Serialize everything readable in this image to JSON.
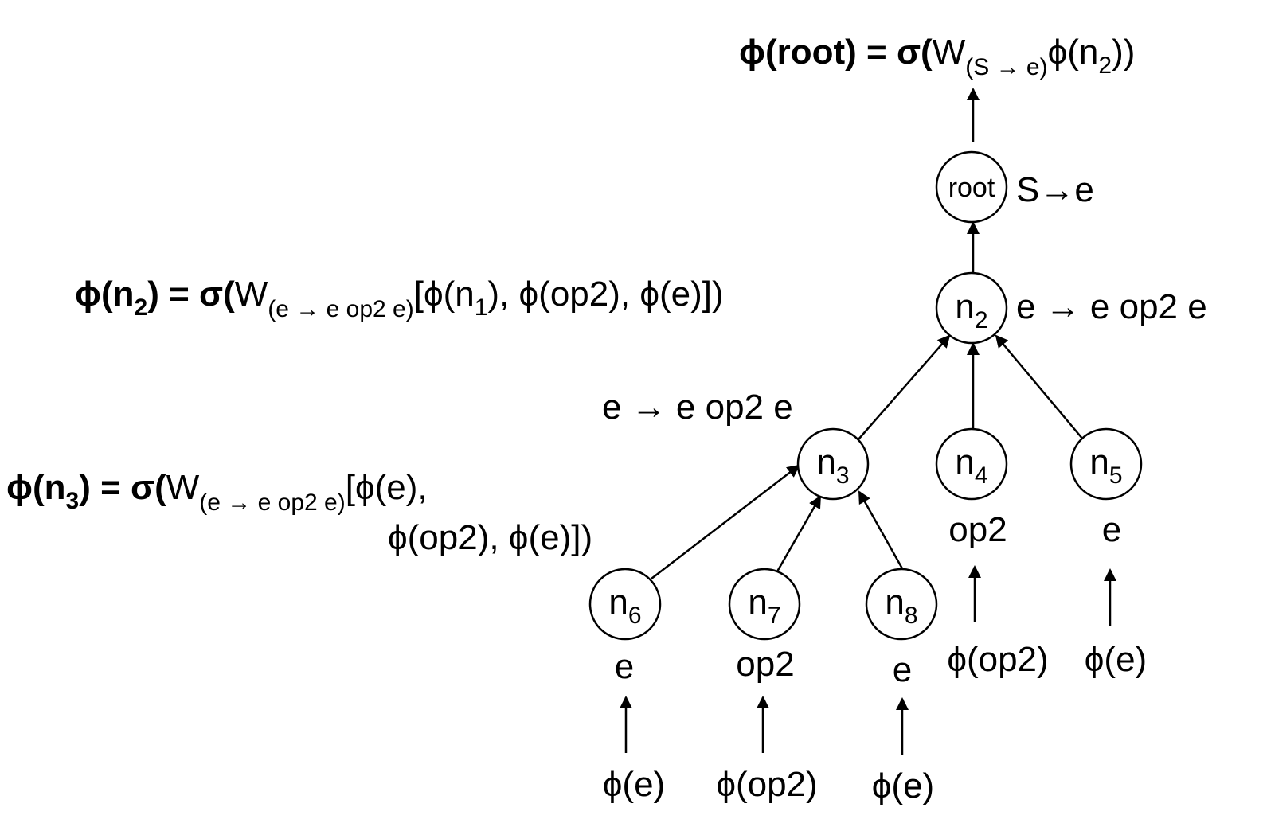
{
  "nodes": {
    "root": "root",
    "n2": {
      "base": "n",
      "sub": "2"
    },
    "n3": {
      "base": "n",
      "sub": "3"
    },
    "n4": {
      "base": "n",
      "sub": "4"
    },
    "n5": {
      "base": "n",
      "sub": "5"
    },
    "n6": {
      "base": "n",
      "sub": "6"
    },
    "n7": {
      "base": "n",
      "sub": "7"
    },
    "n8": {
      "base": "n",
      "sub": "8"
    }
  },
  "rules": {
    "root": "S→e",
    "n2": "e → e op2 e",
    "n3": "e → e op2 e"
  },
  "leaf_labels": {
    "n4": "op2",
    "n5": "e",
    "n6": "e",
    "n7": "op2",
    "n8": "e"
  },
  "leaf_inputs": {
    "n4": "ϕ(op2)",
    "n5": "ϕ(e)",
    "n6": "ϕ(e)",
    "n7": "ϕ(op2)",
    "n8": "ϕ(e)"
  },
  "equations": {
    "root": {
      "lhs": "ϕ(root) = σ(",
      "w": "W",
      "w_sub": "(S → e)",
      "rest": "ϕ(n",
      "rest_sub": "2",
      "close": "))"
    },
    "n2": {
      "lhs_a": "ϕ(n",
      "lhs_sub": "2",
      "lhs_b": ") = σ(",
      "w": "W",
      "w_sub": "(e → e op2 e)",
      "rest_a": "[ϕ(n",
      "rest_sub": "1",
      "rest_b": "), ϕ(op2), ϕ(e)])"
    },
    "n3": {
      "lhs_a": "ϕ(n",
      "lhs_sub": "3",
      "lhs_b": ") = σ(",
      "w": "W",
      "w_sub": "(e → e op2 e)",
      "rest_line1": "[ϕ(e),",
      "rest_line2": "ϕ(op2), ϕ(e)])"
    }
  }
}
